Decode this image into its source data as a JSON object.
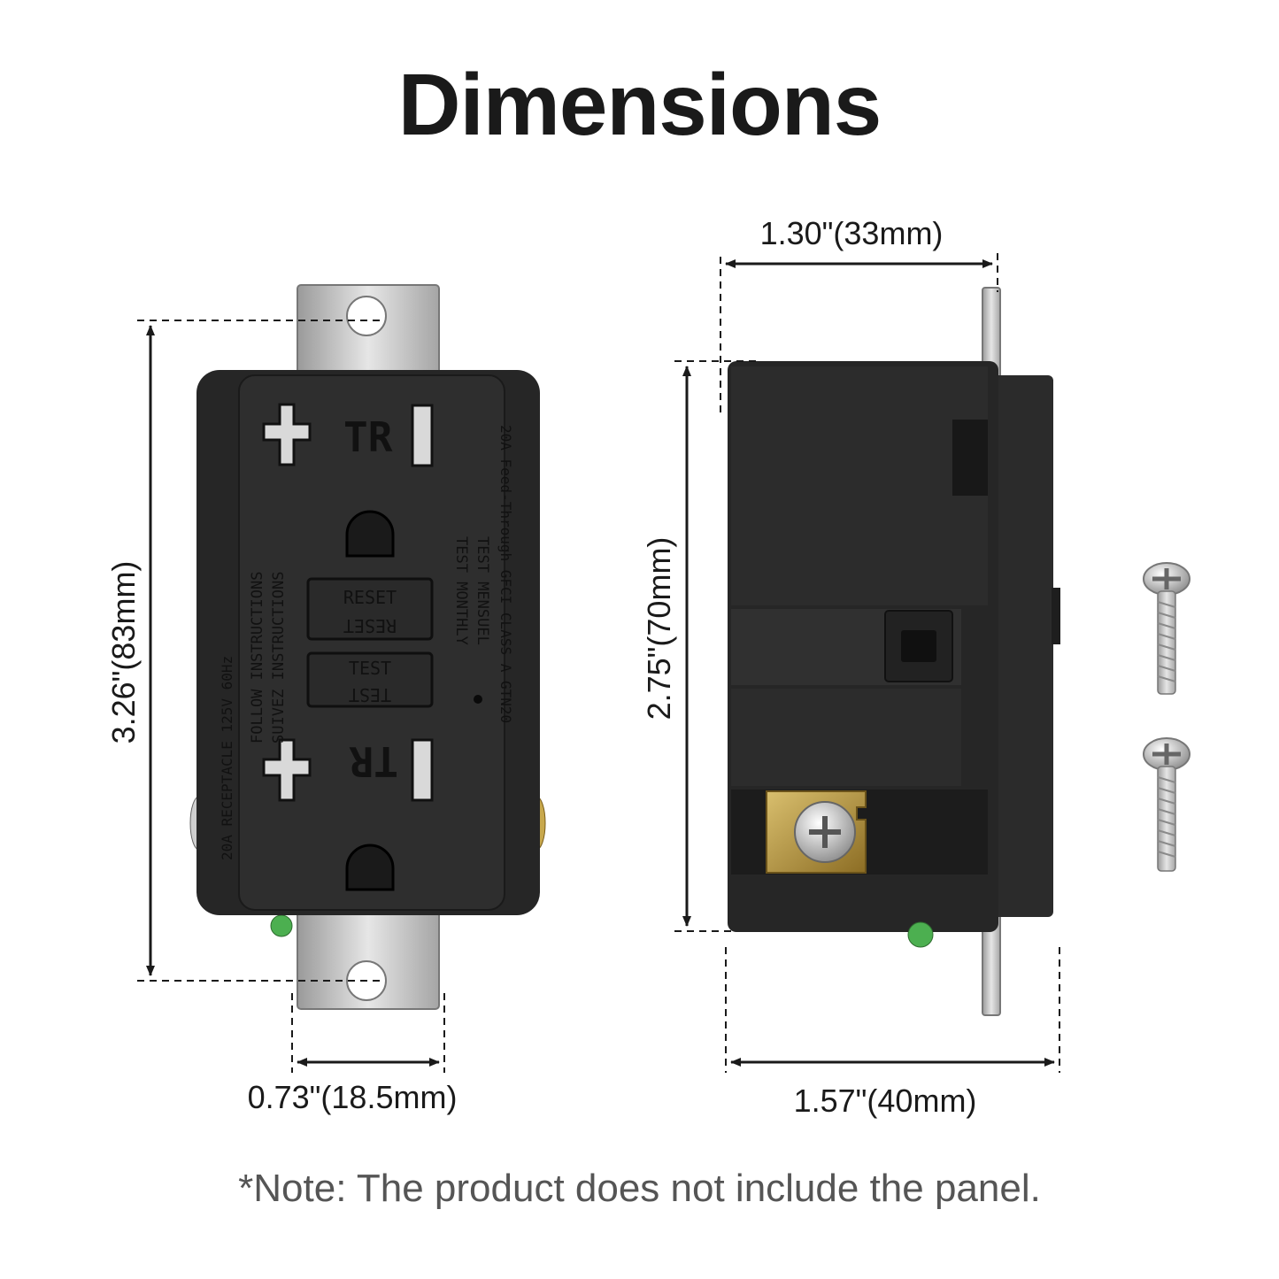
{
  "title": "Dimensions",
  "note": "*Note: The product does not include the panel.",
  "dimensions": {
    "front_height": "3.26\"(83mm)",
    "front_strap_width": "0.73\"(18.5mm)",
    "side_top_depth": "1.30\"(33mm)",
    "side_height": "2.75\"(70mm)",
    "side_bottom_depth": "1.57\"(40mm)"
  },
  "receptacle_face": {
    "tr_top": "TR",
    "tr_bottom": "TR",
    "reset": "RESET",
    "reset_mirror": "RESET",
    "test": "TEST",
    "test_mirror": "TEST",
    "left_line1": "FOLLOW INSTRUCTIONS",
    "left_line2": "SUIVEZ INSTRUCTIONS",
    "left_edge": "20A RECEPTACLE 125V 60Hz",
    "right_line1": "TEST MONTHLY",
    "right_line2": "TEST MENSUEL",
    "right_edge": "20A Feed-Through GFCI CLASS A GTN20"
  },
  "icons": {
    "screw_top": "screw-icon",
    "screw_bottom": "screw-icon"
  },
  "colors": {
    "body": "#262626",
    "face": "#2e2e2e",
    "strap": "#bfbfbf",
    "brass": "#b89a4a",
    "text": "#1a1a1a"
  }
}
